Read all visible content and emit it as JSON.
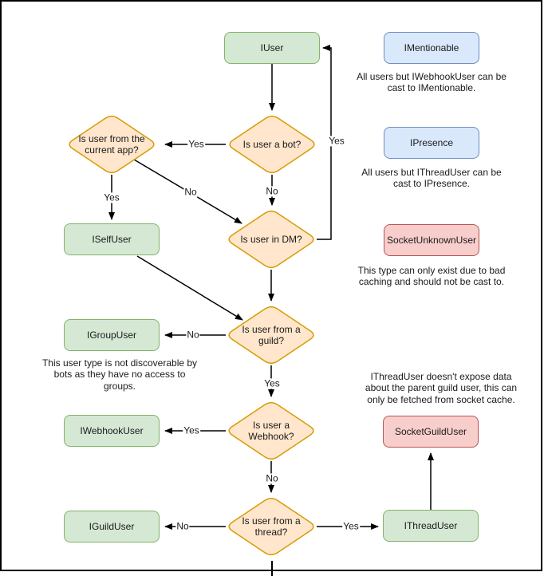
{
  "diagram": {
    "nodes": {
      "iuser": "IUser",
      "imentionable": "IMentionable",
      "ipresence": "IPresence",
      "socketunknownuser": "SocketUnknownUser",
      "iselfuser": "ISelfUser",
      "igroupuser": "IGroupUser",
      "iwebhookuser": "IWebhookUser",
      "socketguilduser": "SocketGuildUser",
      "iguilduser": "IGuildUser",
      "ithreaduser": "IThreadUser"
    },
    "decisions": {
      "bot": "Is user a bot?",
      "current_app": "Is user from the\ncurrent app?",
      "dm": "Is user in DM?",
      "guild": "Is user from a\nguild?",
      "webhook": "Is user a\nWebhook?",
      "thread": "Is user from a\nthread?"
    },
    "edge_labels": {
      "yes": "Yes",
      "no": "No"
    },
    "notes": {
      "imentionable": "All users but IWebhookUser can be\ncast to IMentionable.",
      "ipresence": "All users but IThreadUser can be\ncast to IPresence.",
      "socketunknownuser": "This type can only exist due to bad\ncaching and should not be cast to.",
      "igroupuser": "This user type is not discoverable by\nbots as they have no access to\ngroups.",
      "ithreaduser": "IThreadUser doesn't expose data\nabout the parent guild user, this can\nonly be fetched from socket cache."
    },
    "colors": {
      "green_fill": "#d5e8d4",
      "green_border": "#82b366",
      "blue_fill": "#dae8fc",
      "blue_border": "#6c8ebf",
      "red_fill": "#f8cecc",
      "red_border": "#b85450",
      "orange_fill": "#ffe6cc",
      "orange_border": "#d79b00",
      "edge": "#000000"
    }
  }
}
